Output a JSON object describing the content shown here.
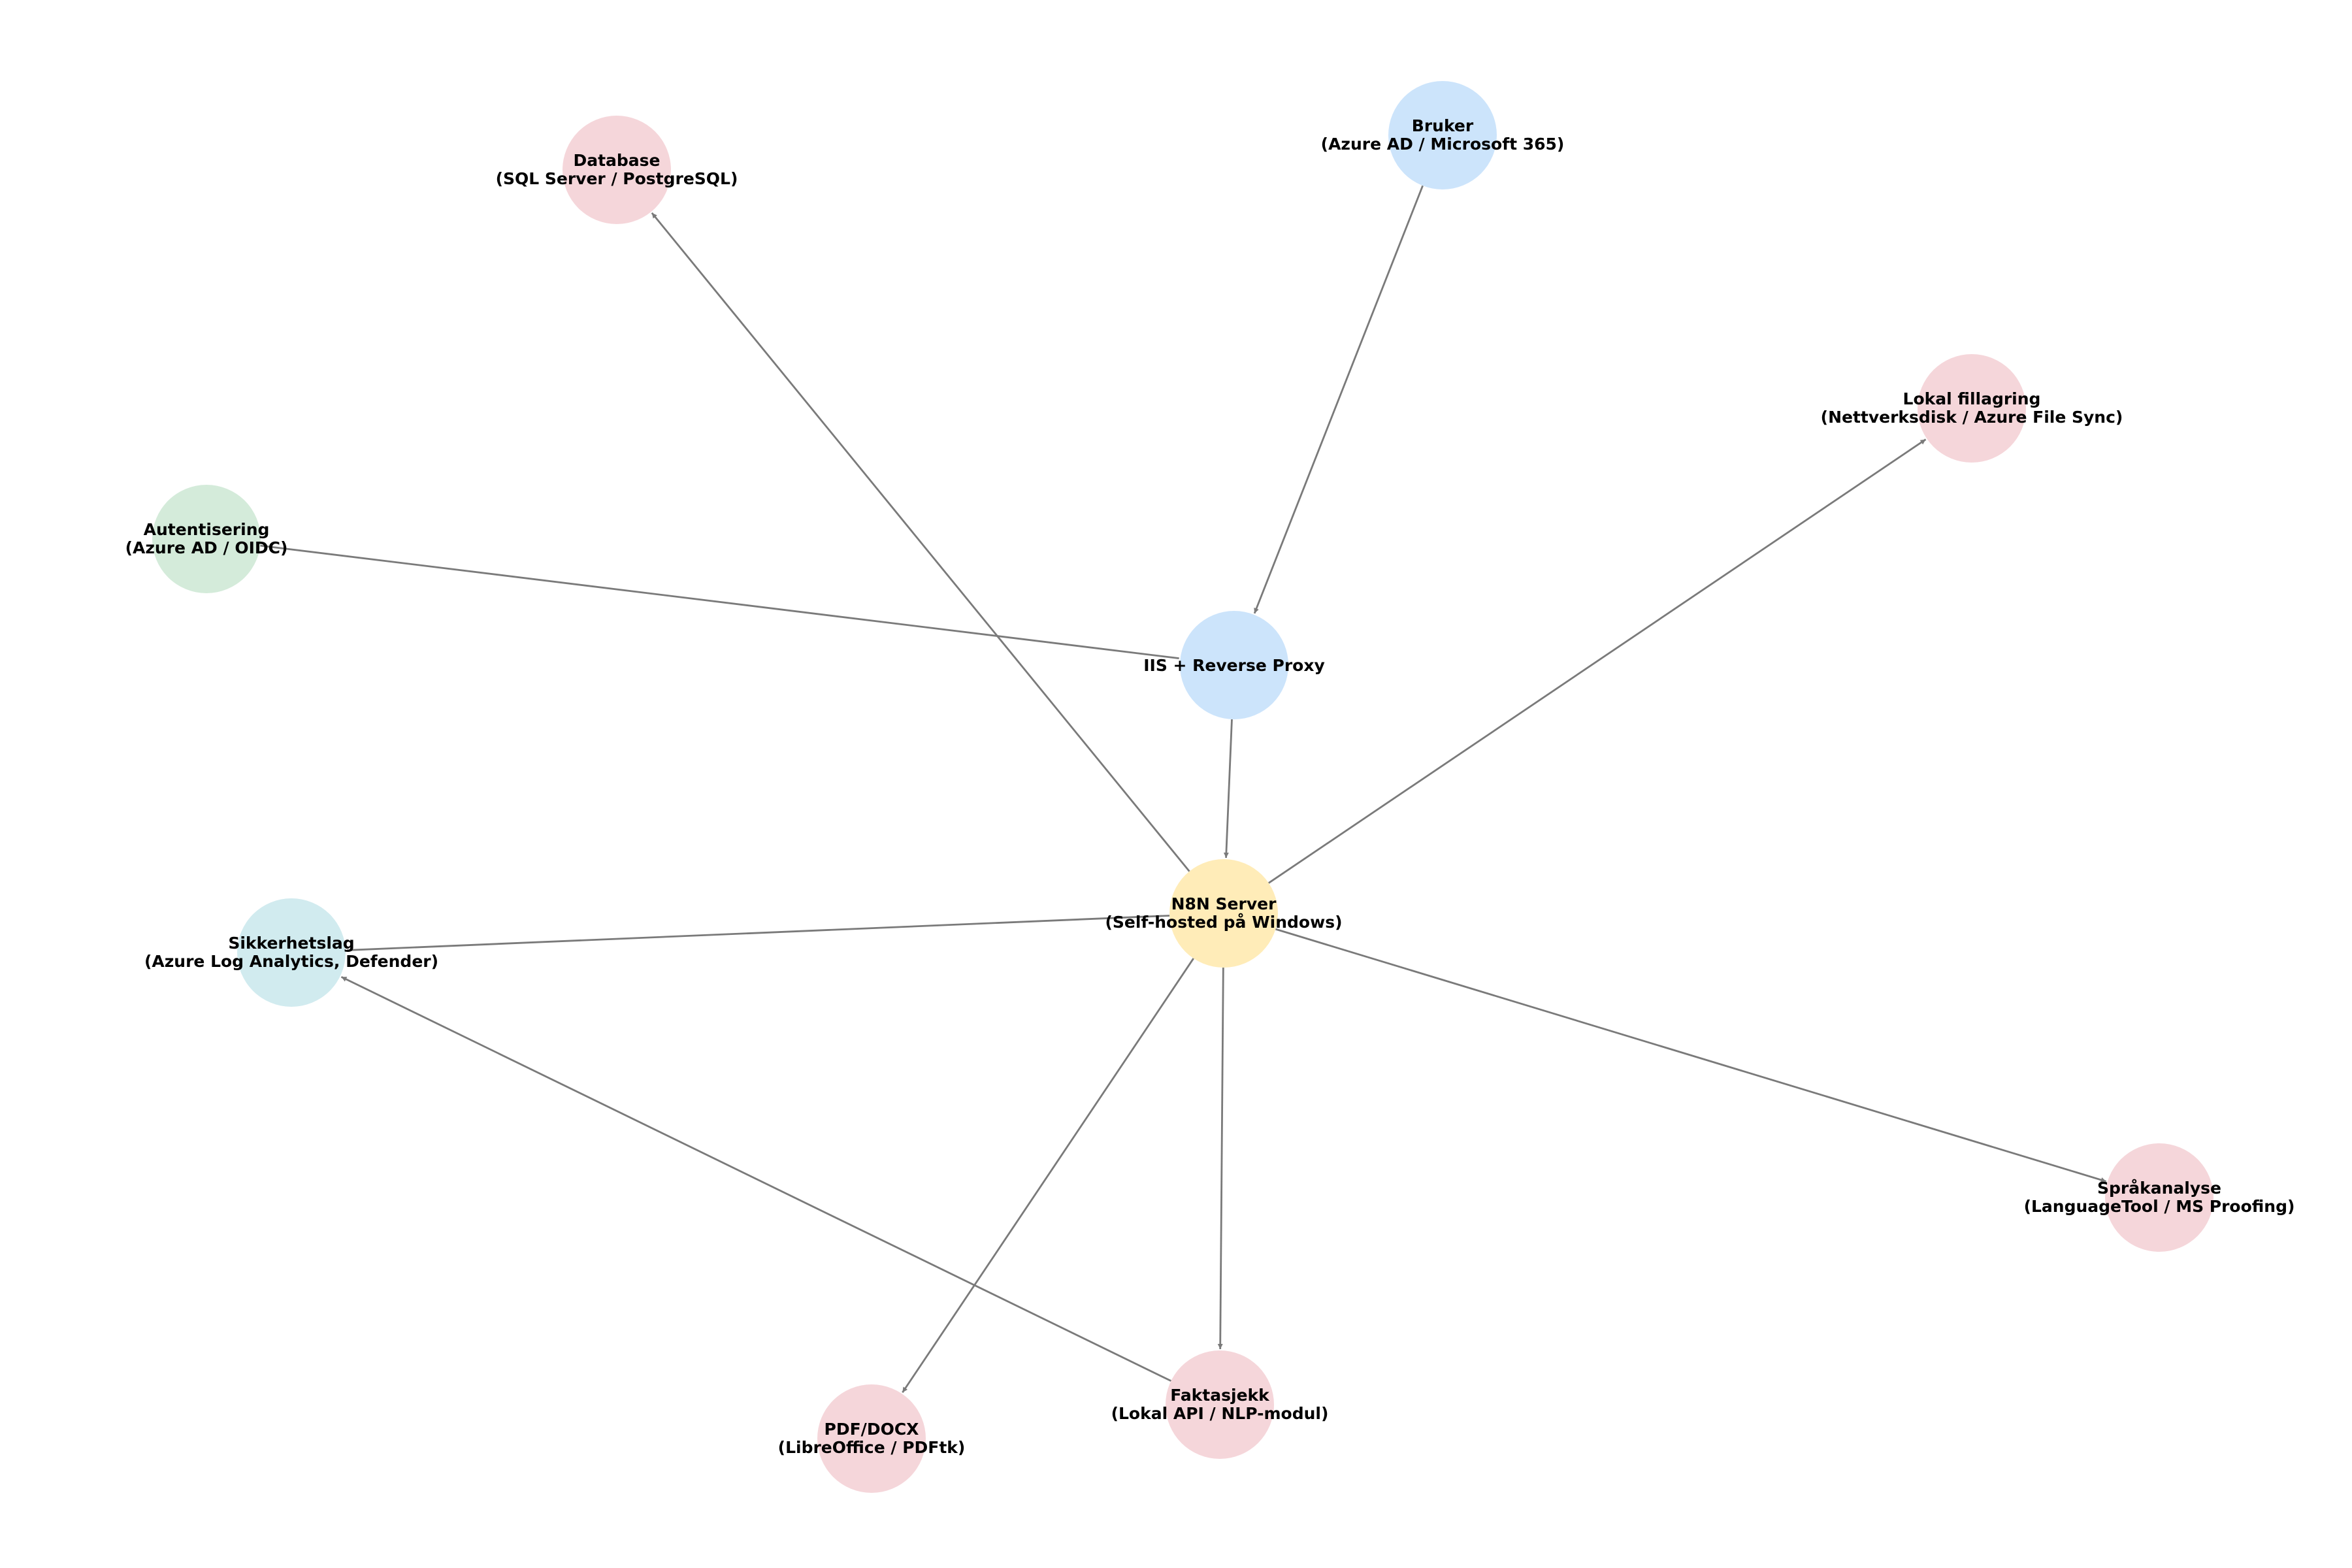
{
  "nodes": [
    {
      "id": "bruker",
      "title": "Bruker",
      "subtitle": "(Azure AD / Microsoft 365)",
      "color": "#cce4fb"
    },
    {
      "id": "database",
      "title": "Database",
      "subtitle": "(SQL Server / PostgreSQL)",
      "color": "#f5d6da"
    },
    {
      "id": "lokal-fillagring",
      "title": "Lokal fillagring",
      "subtitle": "(Nettverksdisk / Azure File Sync)",
      "color": "#f5d6da"
    },
    {
      "id": "autentisering",
      "title": "Autentisering",
      "subtitle": "(Azure AD / OIDC)",
      "color": "#d4ebda"
    },
    {
      "id": "iis",
      "title": "IIS + Reverse Proxy",
      "subtitle": "",
      "color": "#cce4fb"
    },
    {
      "id": "n8n",
      "title": "N8N Server",
      "subtitle": "(Self-hosted på Windows)",
      "color": "#ffecb8"
    },
    {
      "id": "sikkerhetslag",
      "title": "Sikkerhetslag",
      "subtitle": "(Azure Log Analytics, Defender)",
      "color": "#d1ebef"
    },
    {
      "id": "spraakanalyse",
      "title": "Språkanalyse",
      "subtitle": "(LanguageTool / MS Proofing)",
      "color": "#f5d6da"
    },
    {
      "id": "faktasjekk",
      "title": "Faktasjekk",
      "subtitle": "(Lokal API / NLP-modul)",
      "color": "#f5d6da"
    },
    {
      "id": "pdf-docx",
      "title": "PDF/DOCX",
      "subtitle": "(LibreOffice / PDFtk)",
      "color": "#f5d6da"
    }
  ],
  "edges": [
    {
      "from": "bruker",
      "to": "iis",
      "arrow": true
    },
    {
      "from": "iis",
      "to": "n8n",
      "arrow": true
    },
    {
      "from": "autentisering",
      "to": "iis",
      "arrow": false
    },
    {
      "from": "n8n",
      "to": "database",
      "arrow": true
    },
    {
      "from": "n8n",
      "to": "lokal-fillagring",
      "arrow": true
    },
    {
      "from": "n8n",
      "to": "sikkerhetslag",
      "arrow": false
    },
    {
      "from": "n8n",
      "to": "spraakanalyse",
      "arrow": true
    },
    {
      "from": "n8n",
      "to": "faktasjekk",
      "arrow": true
    },
    {
      "from": "n8n",
      "to": "pdf-docx",
      "arrow": true
    },
    {
      "from": "faktasjekk",
      "to": "sikkerhetslag",
      "arrow": true
    }
  ],
  "edge_color": "#7a7a7a"
}
